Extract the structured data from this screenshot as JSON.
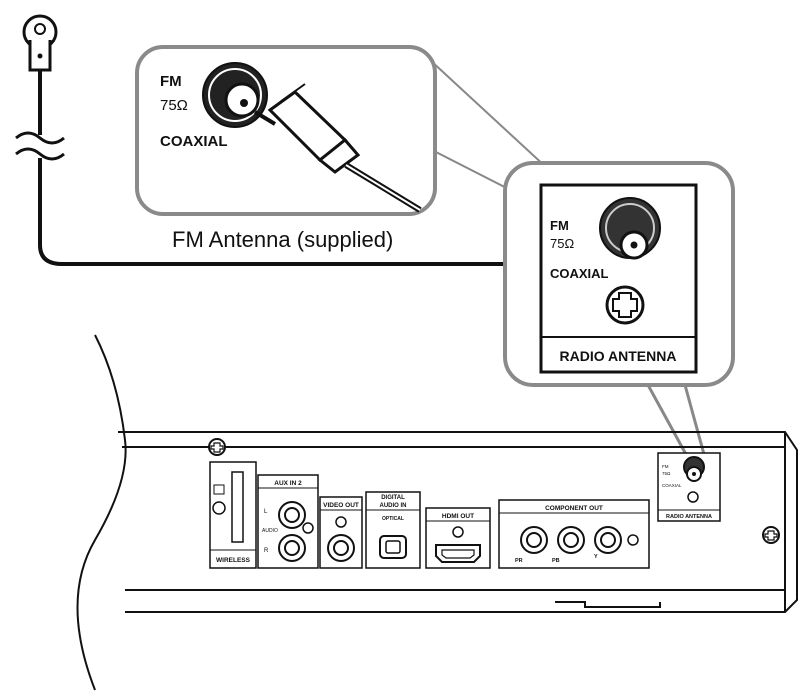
{
  "callout_zoom": {
    "fm": "FM",
    "impedance": "75Ω",
    "coaxial": "COAXIAL"
  },
  "callout_panel": {
    "fm": "FM",
    "impedance": "75Ω",
    "coaxial": "COAXIAL",
    "title": "RADIO ANTENNA"
  },
  "antenna_caption": "FM Antenna (supplied)",
  "rear_panel": {
    "wireless": "WIRELESS",
    "aux_in_2": "AUX IN 2",
    "aux_l": "L",
    "aux_audio": "AUDIO",
    "aux_r": "R",
    "video_out": "VIDEO OUT",
    "digital_audio_in_line1": "DIGITAL",
    "digital_audio_in_line2": "AUDIO IN",
    "optical": "OPTICAL",
    "hdmi_out": "HDMI OUT",
    "component_out": "COMPONENT OUT",
    "pr": "PR",
    "pb": "PB",
    "y": "Y",
    "fm": "FM",
    "impedance": "75Ω",
    "coaxial": "COAXIAL",
    "radio_antenna": "RADIO ANTENNA"
  }
}
